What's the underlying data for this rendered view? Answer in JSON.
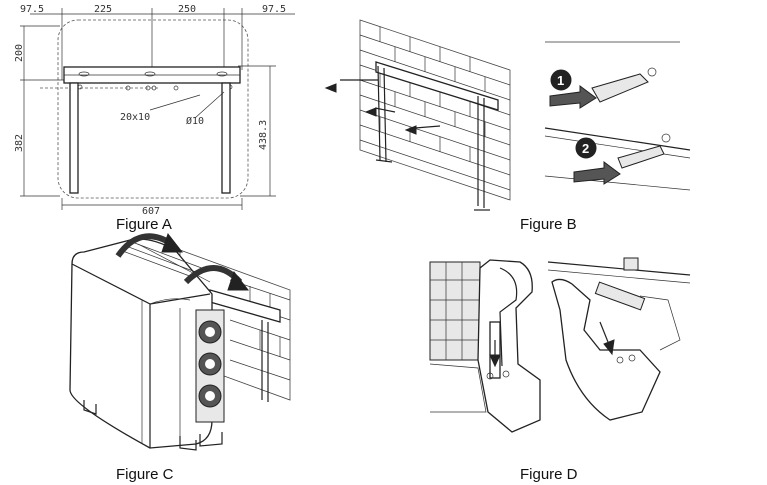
{
  "figures": {
    "a": {
      "caption": "Figure A",
      "dims": {
        "top_left": "97.5",
        "top_mid_left": "225",
        "top_mid_right": "250",
        "top_right": "97.5",
        "left_upper": "200",
        "left_lower": "382",
        "right_height": "438.3",
        "bottom_width": "607",
        "slot_note": "20x10",
        "hole_note": "Ø10"
      }
    },
    "b": {
      "caption": "Figure B",
      "step1": "1",
      "step2": "2"
    },
    "c": {
      "caption": "Figure C"
    },
    "d": {
      "caption": "Figure D"
    }
  }
}
